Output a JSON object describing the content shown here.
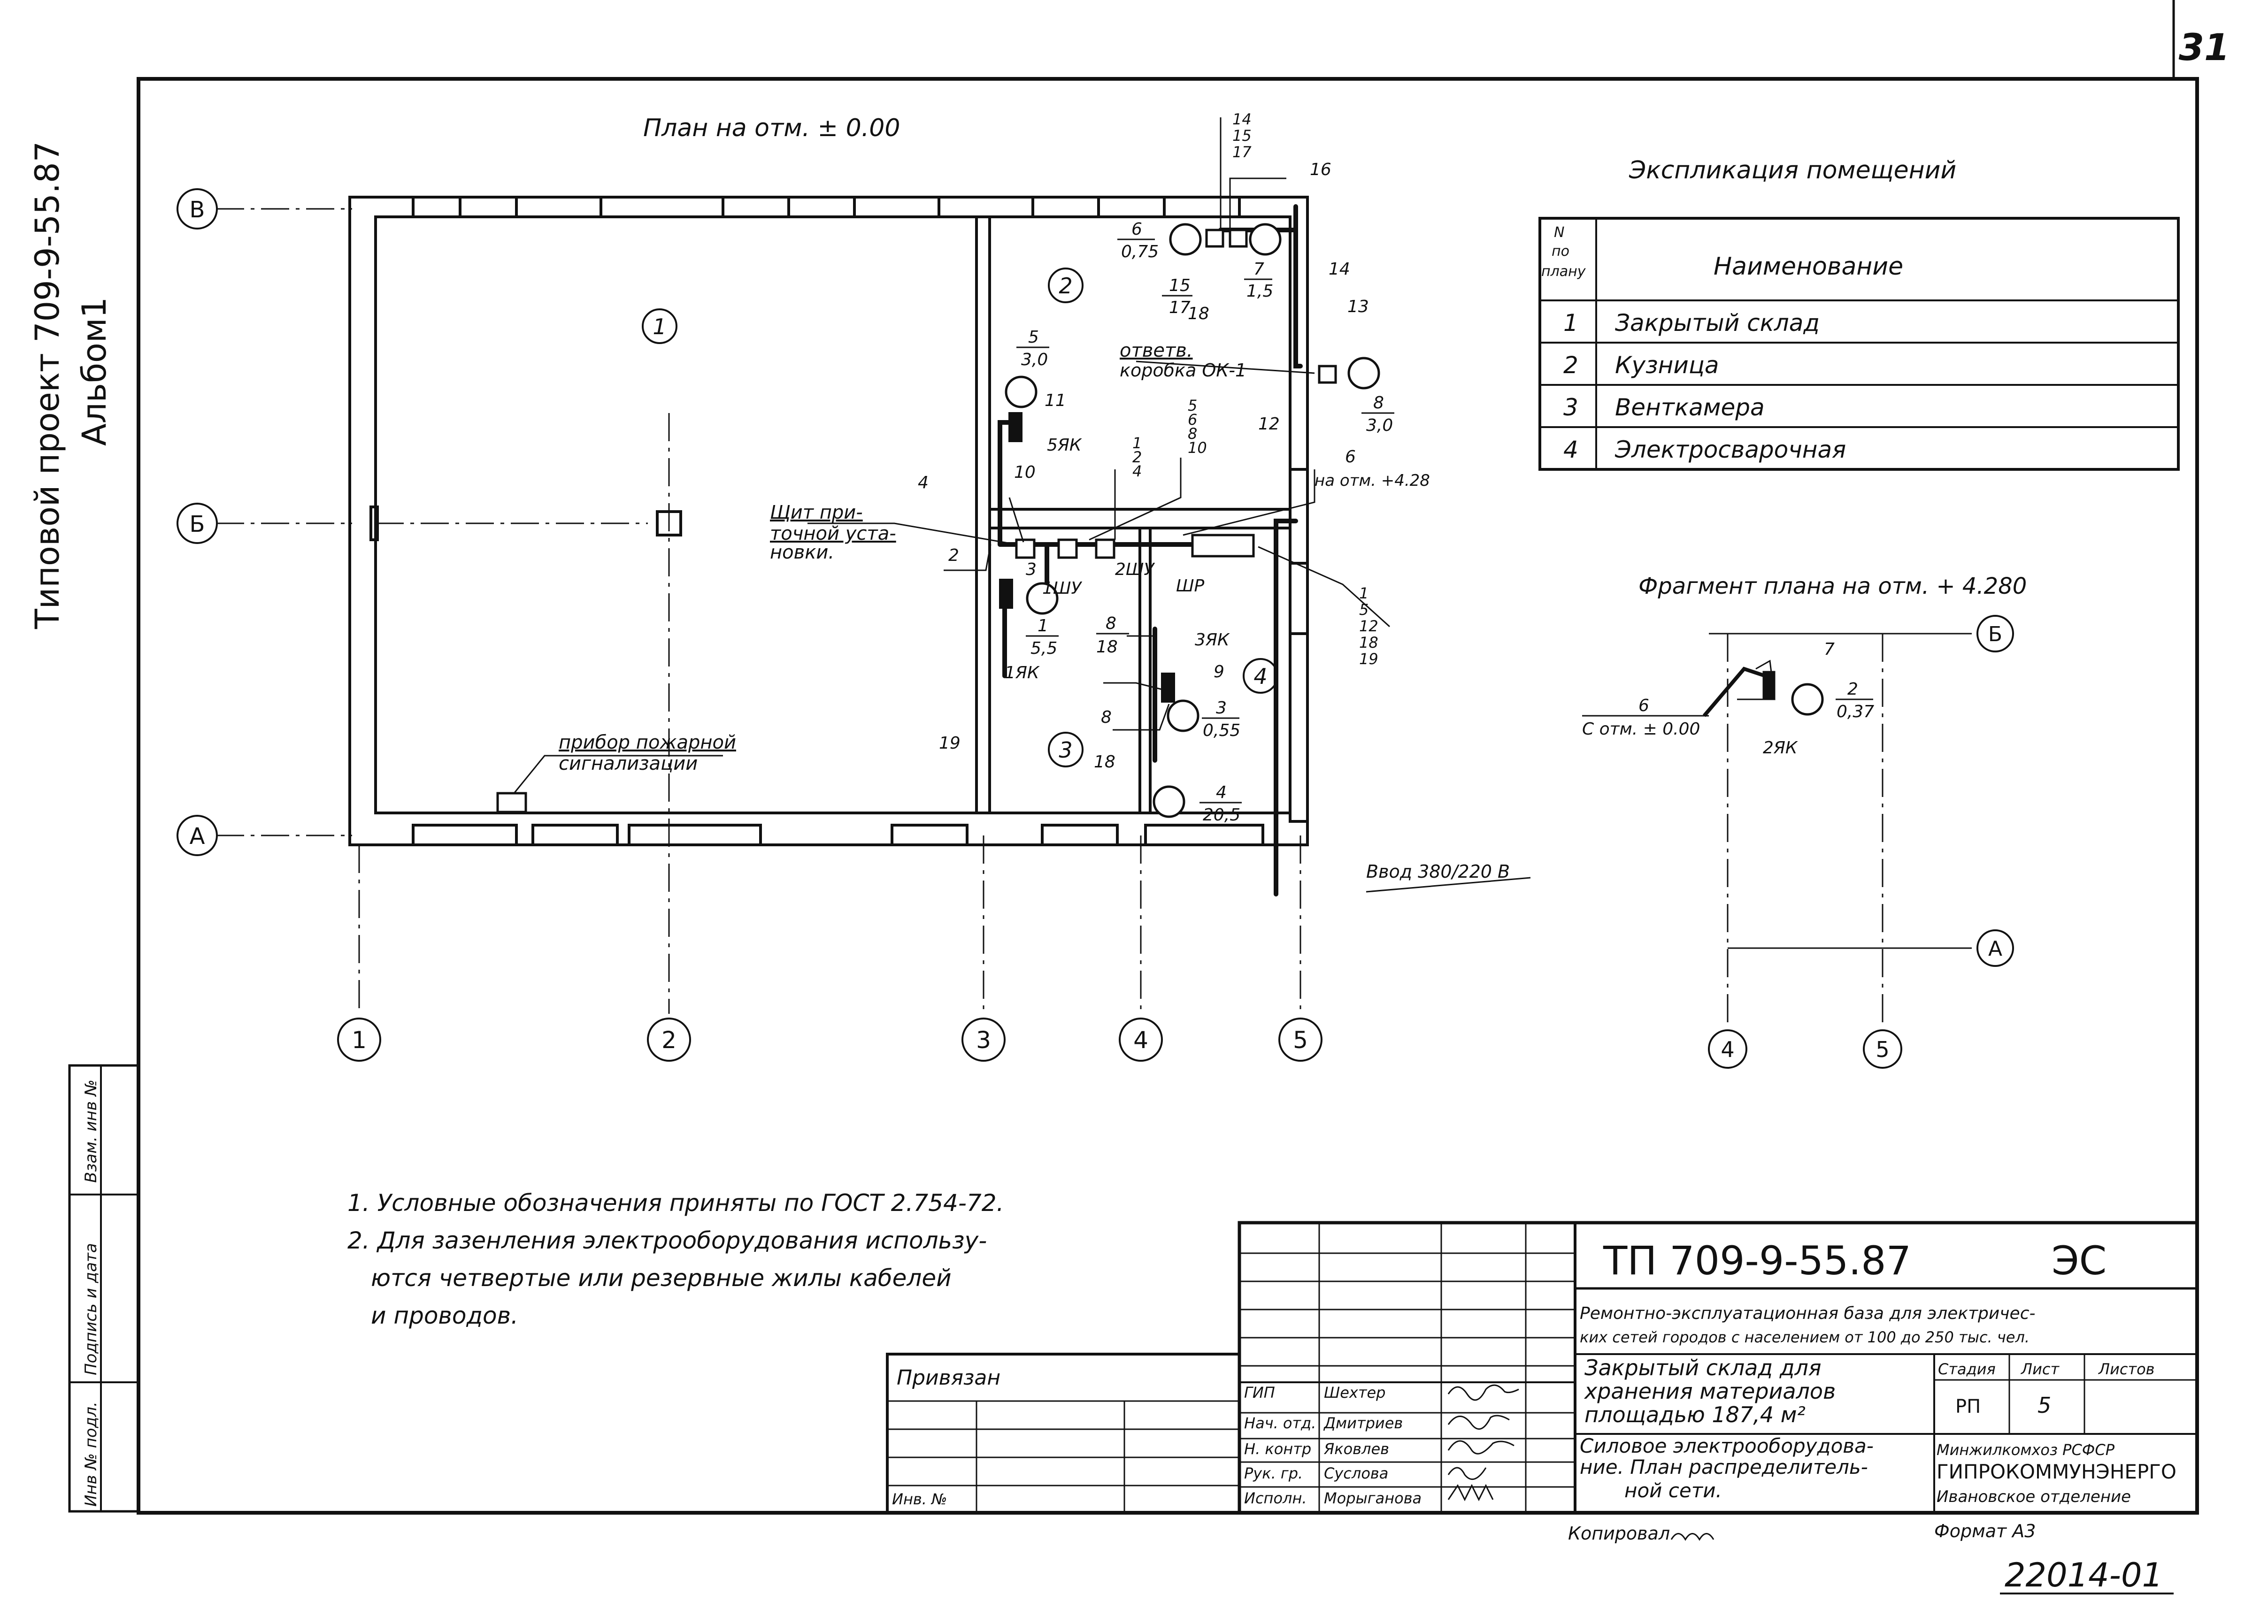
{
  "margin": {
    "project_label": "Типовой проект 709-9-55.87",
    "album": "Альбом1",
    "stamp_inv_vzam": "Взам. инв №",
    "stamp_sign_date": "Подпись и дата",
    "stamp_inv_podl": "Инв № подл."
  },
  "page_number": "31",
  "plan": {
    "title": "План на отм. ± 0.00",
    "axes_rows": [
      "В",
      "Б",
      "А"
    ],
    "axes_cols": [
      "1",
      "2",
      "3",
      "4",
      "5"
    ],
    "rooms": [
      "1",
      "2",
      "3",
      "4"
    ],
    "labels": {
      "shield_text_1": "Щит при-",
      "shield_text_2": "точной уста-",
      "shield_text_3": "новки.",
      "fire_text_1": "прибор пожарной",
      "fire_text_2": "сигнализации",
      "branch_1": "ответв.",
      "branch_2": "коробка ОК-1",
      "elev_428": "на отм. +4.28",
      "intro": "Ввод 380/220 В",
      "p_6_075_n": "6",
      "p_6_075_d": "0,75",
      "p_7_15_n": "7",
      "p_7_15_d": "1,5",
      "p_5_30_n": "5",
      "p_5_30_d": "3,0",
      "p_8_30_n": "8",
      "p_8_30_d": "3,0",
      "p_1_55_n": "1",
      "p_1_55_d": "5,5",
      "p_3_055_n": "3",
      "p_3_055_d": "0,55",
      "p_4_205_n": "4",
      "p_4_205_d": "20,5",
      "c_14": "14",
      "c_15": "15",
      "c_17": "17",
      "c_16": "16",
      "c_18": "18",
      "c_13": "13",
      "c_11": "11",
      "c_12": "12",
      "c_10": "10",
      "c_9": "9",
      "c_8": "8",
      "c_3": "3",
      "c_2": "2",
      "c_4": "4",
      "c_6": "6",
      "c_19": "19",
      "s_15_17_n": "15",
      "s_15_17_d": "17",
      "s_8_18_n": "8",
      "s_8_18_d": "18",
      "stack_a": [
        "1",
        "2",
        "4"
      ],
      "stack_b": [
        "5",
        "6",
        "8",
        "10"
      ],
      "stack_c": [
        "1",
        "5",
        "12",
        "18",
        "19"
      ],
      "stack_d": [
        "14",
        "15",
        "17"
      ],
      "yak5": "5ЯК",
      "yak1": "1ЯК",
      "yak3": "3ЯК",
      "shu1": "1ШУ",
      "shu2": "2ШУ",
      "shr": "ШР"
    }
  },
  "explication": {
    "title": "Экспликация помещений",
    "head_num_1": "N",
    "head_num_2": "по",
    "head_num_3": "плану",
    "head_name": "Наименование",
    "rows": [
      {
        "num": "1",
        "name": "Закрытый склад"
      },
      {
        "num": "2",
        "name": "Кузница"
      },
      {
        "num": "3",
        "name": "Венткамера"
      },
      {
        "num": "4",
        "name": "Электросварочная"
      }
    ]
  },
  "fragment": {
    "title": "Фрагмент плана на отм. + 4.280",
    "axis_b": "Б",
    "axis_a": "А",
    "axis_4": "4",
    "axis_5": "5",
    "c7": "7",
    "p_2_n": "2",
    "p_2_d": "0,37",
    "from_n": "6",
    "from_d": "С отм. ± 0.00",
    "yak2": "2ЯК"
  },
  "notes": [
    "1. Условные обозначения приняты по ГОСТ 2.754-72.",
    "2. Для зазенления электрооборудования использу-",
    "ются четвертые или резервные жилы кабелей",
    "и проводов."
  ],
  "title_block": {
    "code": "ТП 709-9-55.87",
    "mark": "ЭС",
    "project_1": "Ремонтно-эксплуатационная база для электричес-",
    "project_2": "ких сетей городов с населением от 100 до 250 тыс. чел.",
    "object_1": "Закрытый склад для",
    "object_2": "хранения материалов",
    "object_3": "площадью 187,4 м²",
    "sheet_1": "Силовое электрооборудова-",
    "sheet_2": "ние. План распределитель-",
    "sheet_3": "ной сети.",
    "stage_h": "Стадия",
    "list_h": "Лист",
    "lists_h": "Листов",
    "stage": "РП",
    "list": "5",
    "org_1": "Минжилкомхоз РСФСР",
    "org_2": "ГИПРОКОММУНЭНЕРГО",
    "org_3": "Ивановское отделение",
    "bound": "Привязан",
    "inv": "Инв. №",
    "roles": [
      "ГИП",
      "Нач. отд.",
      "Н. контр",
      "Рук. гр.",
      "Исполн."
    ],
    "names": [
      "Шехтер",
      "Дмитриев",
      "Яковлев",
      "Суслова",
      "Морыганова"
    ]
  },
  "footer": {
    "copied": "Копировал",
    "format": "Формат А3",
    "number": "22014-01"
  }
}
